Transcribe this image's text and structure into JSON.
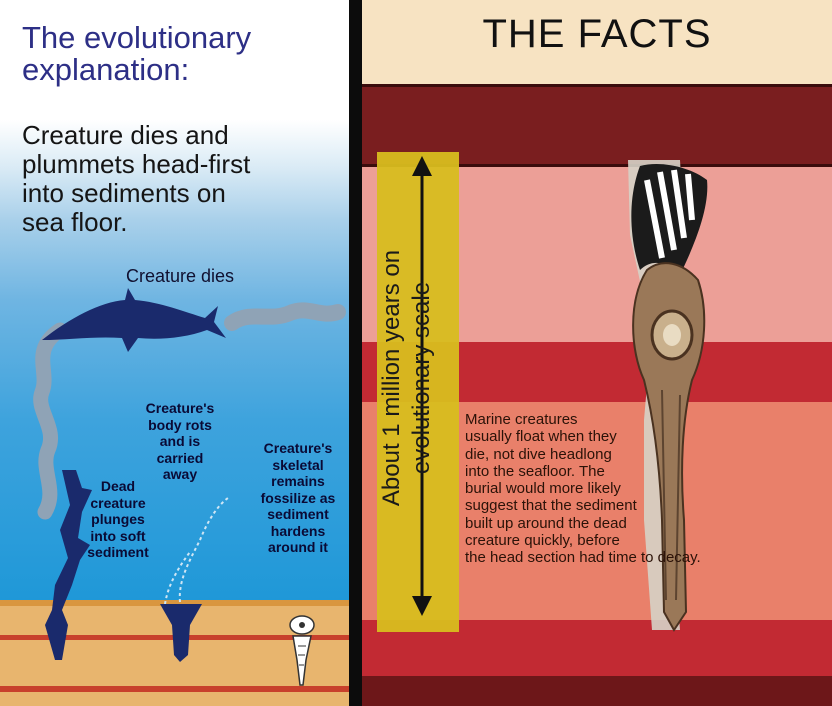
{
  "left_panel": {
    "title_line1": "The evolutionary",
    "title_line2": "explanation:",
    "intro_lines": [
      "Creature dies and",
      "plummets head-first",
      "into sediments on",
      "sea floor."
    ],
    "labels": {
      "creature_dies": "Creature dies",
      "plunge": [
        "Dead",
        "creature",
        "plunges",
        "into soft",
        "sediment"
      ],
      "rots": [
        "Creature's",
        "body rots",
        "and is",
        "carried",
        "away"
      ],
      "fossilize": [
        "Creature's",
        "skeletal",
        "remains",
        "fossilize as",
        "sediment",
        "hardens",
        "around it"
      ]
    }
  },
  "right_panel": {
    "title": "THE FACTS",
    "scale_label_line1": "About 1 million years on",
    "scale_label_line2": "evolutionary scale",
    "facts_lines": [
      "Marine creatures",
      "usually float when they",
      "die, not dive headlong",
      "into the seafloor. The",
      "burial would more likely",
      "suggest that the sediment",
      "built up around the dead",
      "creature quickly, before",
      "the head section had time to decay."
    ]
  },
  "colors": {
    "title_blue": "#2d2f86",
    "creature_navy": "#1a2a6c",
    "ocean_blue": "#1f98d8",
    "sand": "#e8b56e",
    "sediment_line_red": "#c8402c",
    "rock_dark": "#7a1e1f",
    "rock_pink": "#ec9f97",
    "rock_salmon": "#e9806a",
    "scale_bar_yellow": "#d8bd1f"
  }
}
